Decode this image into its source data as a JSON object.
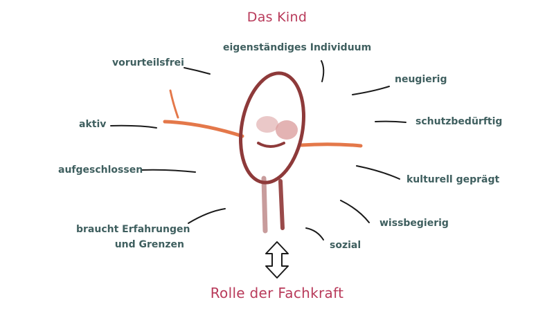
{
  "colors": {
    "title": "#b83a5a",
    "label": "#3f5f5f",
    "line": "#1a1a1a",
    "body_outline": "#8e3a3a",
    "arms": "#e4784a",
    "face": "#d99a9a",
    "legs": "#9a4a4a"
  },
  "icons": {
    "figure": "child-drawing",
    "arrow": "double-arrow-vertical"
  },
  "diagram": {
    "title": "Das Kind",
    "bottom_title": "Rolle der Fachkraft",
    "traits": [
      "eigenständiges Individuum",
      "vorurteilsfrei",
      "neugierig",
      "aktiv",
      "schutzbedürftig",
      "aufgeschlossen",
      "kulturell geprägt",
      "wissbegierig",
      "braucht Erfahrungen",
      "und Grenzen",
      "sozial"
    ]
  }
}
